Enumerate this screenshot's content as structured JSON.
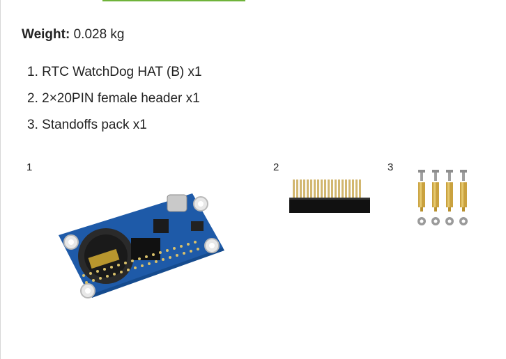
{
  "spec": {
    "weight_label": "Weight:",
    "weight_value": "0.028 kg"
  },
  "package": {
    "items": [
      {
        "num": "1.",
        "text": "RTC WatchDog HAT (B) x1"
      },
      {
        "num": "2.",
        "text": "2×20PIN female header x1"
      },
      {
        "num": "3.",
        "text": "Standoffs pack x1"
      }
    ]
  },
  "images": [
    {
      "caption": "1",
      "icon": "rtc-watchdog-hat-board-icon"
    },
    {
      "caption": "2",
      "icon": "pin-header-icon"
    },
    {
      "caption": "3",
      "icon": "standoffs-pack-icon"
    }
  ],
  "colors": {
    "accent": "#6fb33a",
    "pcb": "#1e5aa8"
  }
}
